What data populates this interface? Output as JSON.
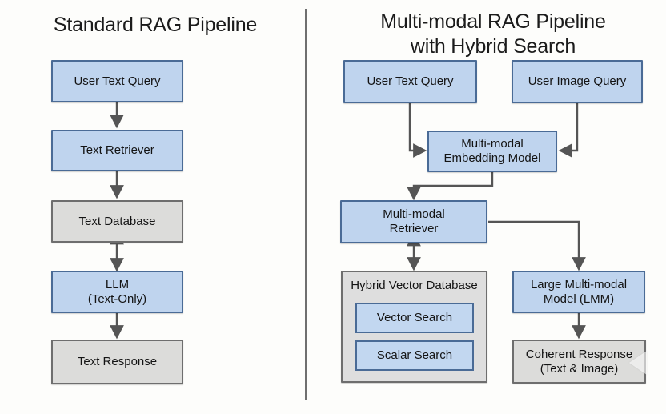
{
  "diagram": {
    "panels": [
      {
        "id": "standard-rag",
        "title": "Standard RAG Pipeline",
        "nodes": [
          {
            "id": "user-text-query",
            "label": "User Text Query",
            "style": "blue"
          },
          {
            "id": "text-retriever",
            "label": "Text Retriever",
            "style": "blue"
          },
          {
            "id": "text-database",
            "label": "Text Database",
            "style": "gray"
          },
          {
            "id": "llm-text-only",
            "label": "LLM\n(Text-Only)",
            "style": "blue"
          },
          {
            "id": "text-response",
            "label": "Text Response",
            "style": "gray"
          }
        ]
      },
      {
        "id": "multimodal-rag",
        "title": "Multi-modal RAG Pipeline\nwith Hybrid Search",
        "nodes": [
          {
            "id": "mm-user-text-query",
            "label": "User Text Query",
            "style": "blue"
          },
          {
            "id": "mm-user-image-query",
            "label": "User Image Query",
            "style": "blue"
          },
          {
            "id": "mm-embedding-model",
            "label": "Multi-modal\nEmbedding Model",
            "style": "blue"
          },
          {
            "id": "mm-retriever",
            "label": "Multi-modal\nRetriever",
            "style": "blue"
          },
          {
            "id": "hybrid-vector-db",
            "label": "Hybrid Vector Database",
            "style": "group"
          },
          {
            "id": "vector-search",
            "label": "Vector Search",
            "style": "sub"
          },
          {
            "id": "scalar-search",
            "label": "Scalar Search",
            "style": "sub"
          },
          {
            "id": "large-mm-model",
            "label": "Large Multi-modal\nModel (LMM)",
            "style": "blue"
          },
          {
            "id": "coherent-response",
            "label": "Coherent Response\n(Text & Image)",
            "style": "gray"
          }
        ]
      }
    ],
    "colors": {
      "box_blue_fill": "#bfd4ee",
      "box_blue_stroke": "#4a6b96",
      "box_gray_fill": "#dcdcda",
      "box_gray_stroke": "#6e6e6e",
      "group_fill": "#dedede",
      "connector": "#555555",
      "divider": "#6f6f6f",
      "background": "#fdfdfb",
      "text": "#141414"
    },
    "connectors": [
      {
        "from": "user-text-query",
        "to": "text-retriever",
        "kind": "arrow"
      },
      {
        "from": "text-retriever",
        "to": "text-database",
        "kind": "arrow"
      },
      {
        "from": "text-database",
        "to": "llm-text-only",
        "kind": "double-arrow"
      },
      {
        "from": "llm-text-only",
        "to": "text-response",
        "kind": "arrow"
      },
      {
        "from": "mm-user-text-query",
        "to": "mm-embedding-model",
        "kind": "elbow-arrow"
      },
      {
        "from": "mm-user-image-query",
        "to": "mm-embedding-model",
        "kind": "elbow-arrow"
      },
      {
        "from": "mm-embedding-model",
        "to": "mm-retriever",
        "kind": "elbow-arrow"
      },
      {
        "from": "mm-retriever",
        "to": "hybrid-vector-db",
        "kind": "double-arrow"
      },
      {
        "from": "mm-retriever",
        "to": "large-mm-model",
        "kind": "elbow-arrow"
      },
      {
        "from": "large-mm-model",
        "to": "coherent-response",
        "kind": "arrow"
      }
    ]
  }
}
